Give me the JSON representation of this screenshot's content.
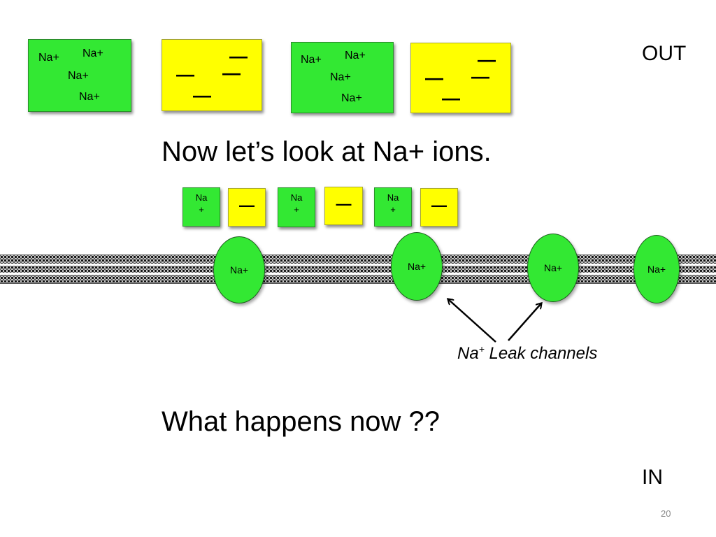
{
  "labels": {
    "out": "OUT",
    "in": "IN",
    "page_number": "20"
  },
  "headings": {
    "line1": "Now let’s look at Na+ ions.",
    "line2": "What happens now ??"
  },
  "ion_boxes": {
    "label": "Na+",
    "dash": "—",
    "small_na_top": "Na",
    "small_na_bottom": "+"
  },
  "channels": {
    "label": "Na+"
  },
  "caption": {
    "prefix": "Na",
    "superscript": "+",
    "suffix": " Leak channels"
  },
  "colors": {
    "sodium_green": "#33e833",
    "anion_yellow": "#ffff00"
  }
}
